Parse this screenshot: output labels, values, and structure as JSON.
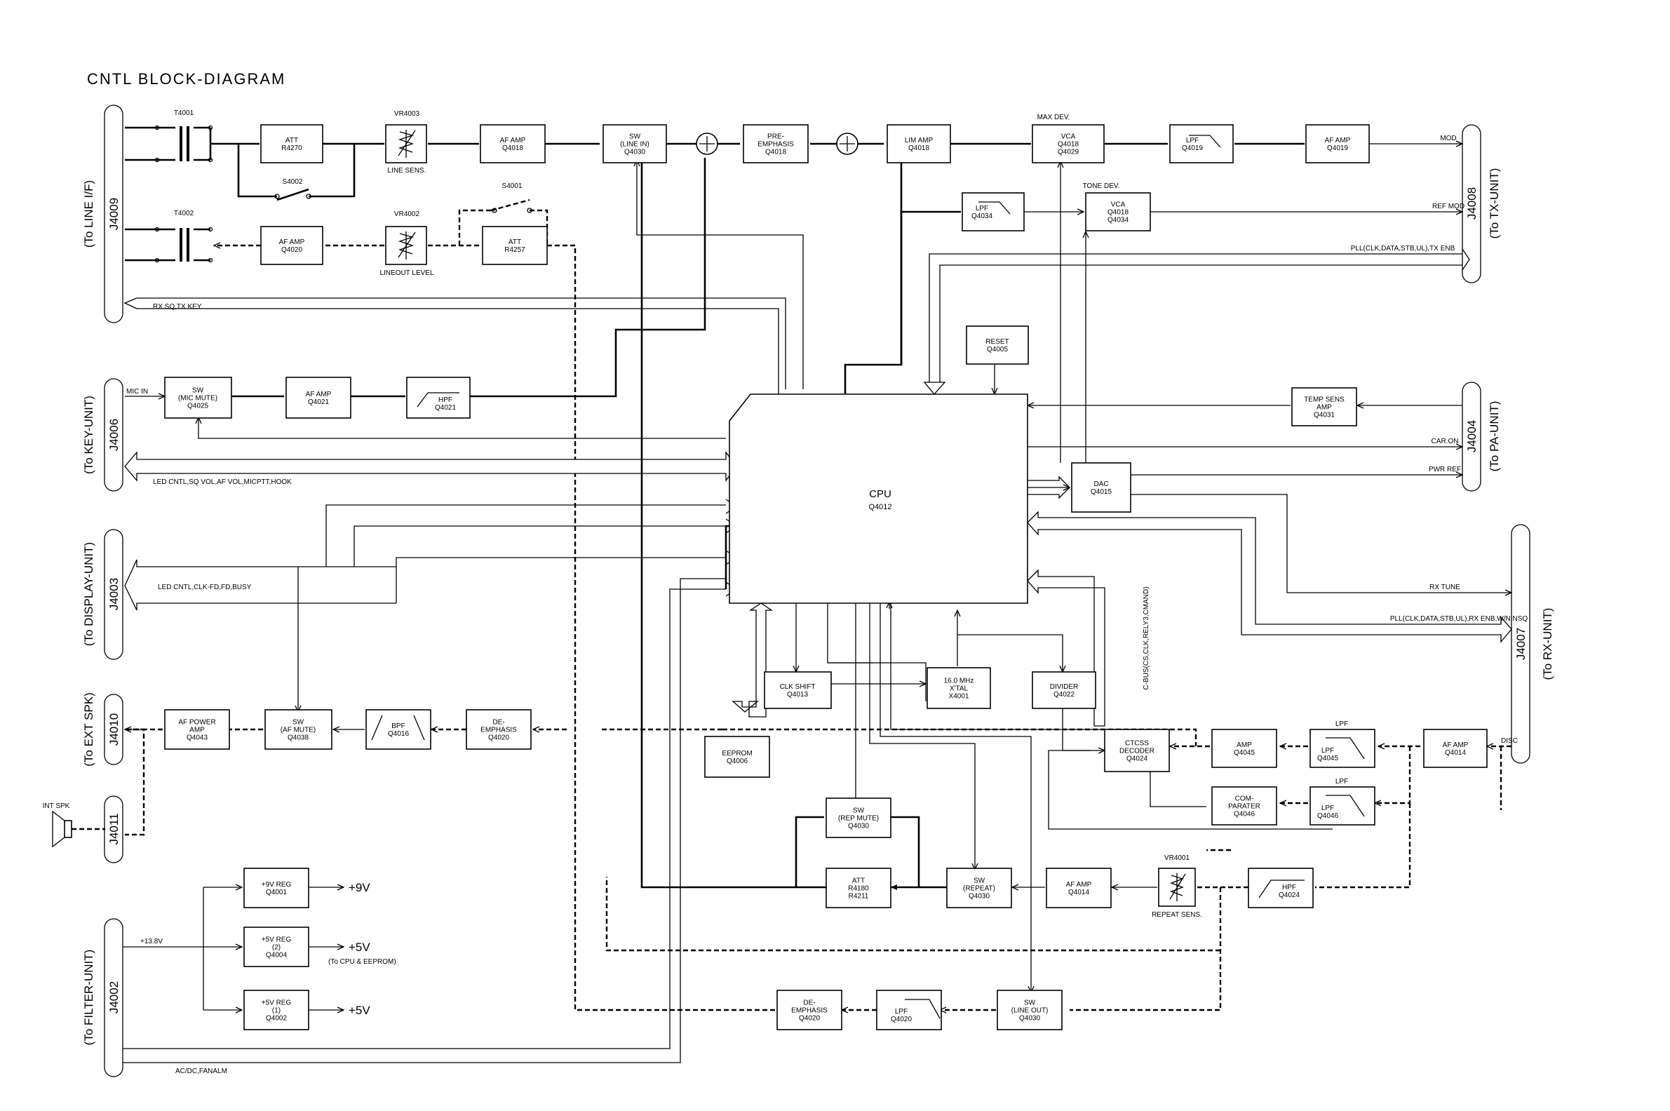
{
  "title": "CNTL BLOCK-DIAGRAM",
  "connectors": {
    "j4009": {
      "id": "J4009",
      "dest": "(To LINE I/F)"
    },
    "j4006": {
      "id": "J4006",
      "dest": "(To KEY-UNIT)"
    },
    "j4003": {
      "id": "J4003",
      "dest": "(To DISPLAY-UNIT)"
    },
    "j4010": {
      "id": "J4010",
      "dest": "(To EXT SPK)"
    },
    "j4011": {
      "id": "J4011"
    },
    "j4002": {
      "id": "J4002",
      "dest": "(To FILTER-UNIT)"
    },
    "j4008": {
      "id": "J4008",
      "dest": "(To TX-UNIT)"
    },
    "j4004": {
      "id": "J4004",
      "dest": "(To PA-UNIT)"
    },
    "j4007": {
      "id": "J4007",
      "dest": "(To RX-UNIT)"
    }
  },
  "blocks": {
    "att_r4270": [
      "ATT",
      "R4270"
    ],
    "af_amp_q4018a": [
      "AF AMP",
      "Q4018"
    ],
    "sw_line_in": [
      "SW",
      "(LINE IN)",
      "Q4030"
    ],
    "pre_emphasis": [
      "PRE-",
      "EMPHASIS",
      "Q4018"
    ],
    "lim_amp": [
      "LIM AMP",
      "Q4018"
    ],
    "vca_main": [
      "VCA",
      "Q4018",
      "Q4029"
    ],
    "lpf_q4019": [
      "LPF",
      "Q4019"
    ],
    "af_amp_q4019": [
      "AF AMP",
      "Q4019"
    ],
    "af_amp_q4020": [
      "AF AMP",
      "Q4020"
    ],
    "att_r4257": [
      "ATT",
      "R4257"
    ],
    "lpf_q4034": [
      "LPF",
      "Q4034"
    ],
    "vca_tone": [
      "VCA",
      "Q4018",
      "Q4034"
    ],
    "reset": [
      "RESET",
      "Q4005"
    ],
    "sw_mic_mute": [
      "SW",
      "(MIC MUTE)",
      "Q4025"
    ],
    "af_amp_q4021": [
      "AF AMP",
      "Q4021"
    ],
    "hpf_q4021": [
      "HPF",
      "Q4021"
    ],
    "temp_sens": [
      "TEMP SENS",
      "AMP",
      "Q4031"
    ],
    "dac": [
      "DAC",
      "Q4015"
    ],
    "cpu": [
      "CPU",
      "Q4012"
    ],
    "clk_shift": [
      "CLK SHIFT",
      "Q4013"
    ],
    "xtal": [
      "16.0 MHz",
      "X'TAL",
      "X4001"
    ],
    "divider": [
      "DIVIDER",
      "Q4022"
    ],
    "eeprom": [
      "EEPROM",
      "Q4006"
    ],
    "ctcss": [
      "CTCSS",
      "DECODER",
      "Q4024"
    ],
    "amp_q4045": [
      "AMP",
      "Q4045"
    ],
    "lpf_q4045": [
      "LPF",
      "Q4045"
    ],
    "af_amp_q4014_rx": [
      "AF AMP",
      "Q4014"
    ],
    "comparater": [
      "COM-",
      "PARATER",
      "Q4046"
    ],
    "lpf_q4046": [
      "LPF",
      "Q4046"
    ],
    "af_power_amp": [
      "AF POWER",
      "AMP",
      "Q4043"
    ],
    "sw_af_mute": [
      "SW",
      "(AF MUTE)",
      "Q4038"
    ],
    "bpf": [
      "BPF",
      "Q4016"
    ],
    "de_emphasis_a": [
      "DE-",
      "EMPHASIS",
      "Q4020"
    ],
    "sw_rep_mute": [
      "SW",
      "(REP MUTE)",
      "Q4030"
    ],
    "att_r4180": [
      "ATT",
      "R4180",
      "R4211"
    ],
    "sw_repeat": [
      "SW",
      "(REPEAT)",
      "Q4030"
    ],
    "af_amp_q4014": [
      "AF AMP",
      "Q4014"
    ],
    "hpf_q4024": [
      "HPF",
      "Q4024"
    ],
    "reg_9v": [
      "+9V REG",
      "Q4001"
    ],
    "reg_5v2": [
      "+5V REG",
      "(2)",
      "Q4004"
    ],
    "reg_5v1": [
      "+5V REG",
      "(1)",
      "Q4002"
    ],
    "de_emphasis_b": [
      "DE-",
      "EMPHASIS",
      "Q4020"
    ],
    "lpf_q4020": [
      "LPF",
      "Q4020"
    ],
    "sw_line_out": [
      "SW",
      "(LINE OUT)",
      "Q4030"
    ]
  },
  "labels": {
    "t4001": "T4001",
    "t4002": "T4002",
    "vr4003": "VR4003",
    "line_sens": "LINE SENS.",
    "s4002": "S4002",
    "s4001": "S4001",
    "vr4002": "VR4002",
    "lineout_level": "LINEOUT LEVEL",
    "max_dev": "MAX DEV.",
    "tone_dev": "TONE DEV.",
    "mod": "MOD",
    "ref_mod": "REF MOD",
    "pll_tx": "PLL(CLK,DATA,STB,UL),TX ENB",
    "rx_sq_tx_key": "RX SQ,TX KEY",
    "mic_in": "MIC IN",
    "car_on": "CAR.ON",
    "pwr_ref": "PWR REF",
    "led_key": "LED CNTL,SQ VOL,AF VOL,MICPTT,HOOK",
    "led_disp": "LED CNTL,CLK-FD,FD,BUSY",
    "rx_tune": "RX TUNE",
    "pll_rx": "PLL(CLK,DATA,STB,UL),RX ENB,W/N,NSQ",
    "cbus": "C-BUS(CS,CLK,RELY3,CMAND)",
    "lpf_a": "LPF",
    "lpf_b": "LPF",
    "disc": "DISC",
    "vr4001": "VR4001",
    "repeat_sens": "REPEAT SENS.",
    "int_spk": "INT SPK",
    "v138": "+13.8V",
    "out_9v": "+9V",
    "out_5v_a": "+5V",
    "to_cpu": "(To CPU & EEPROM)",
    "out_5v_b": "+5V",
    "fanalm": "AC/DC,FANALM"
  }
}
